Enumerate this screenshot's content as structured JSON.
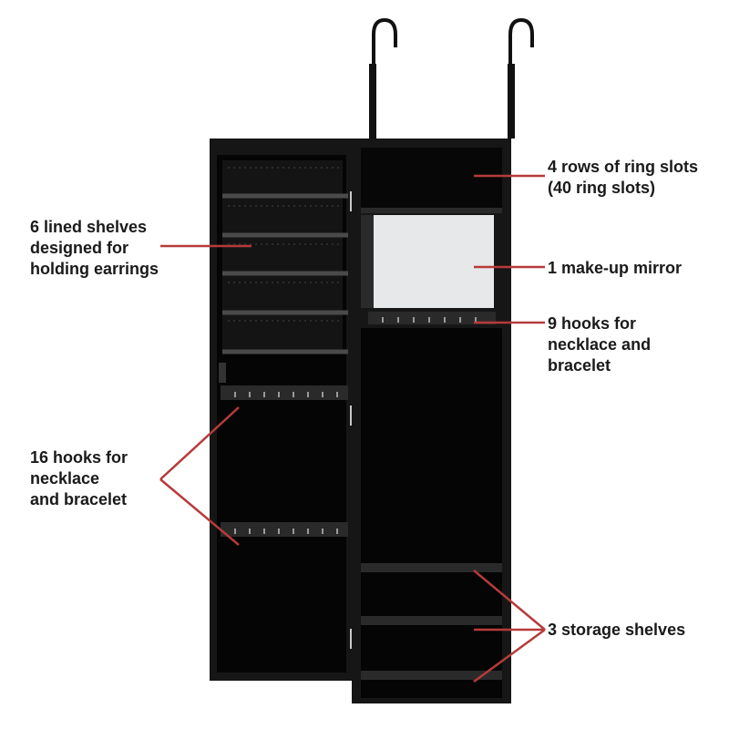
{
  "callouts": {
    "ring_slots": "4 rows of ring slots\n (40 ring slots)",
    "mirror": "1 make-up mirror",
    "hooks_9": "9 hooks for\nnecklace and\nbracelet",
    "shelves_6": "6 lined shelves\ndesigned for\nholding earrings",
    "hooks_16": "16 hooks for\nnecklace\nand bracelet",
    "storage_3": "3 storage shelves"
  },
  "colors": {
    "cabinet": "#161616",
    "lining": "#050505",
    "arrow": "#b73a3a",
    "mirror": "#e6e8ea",
    "hinge": "#c9c9c9"
  }
}
